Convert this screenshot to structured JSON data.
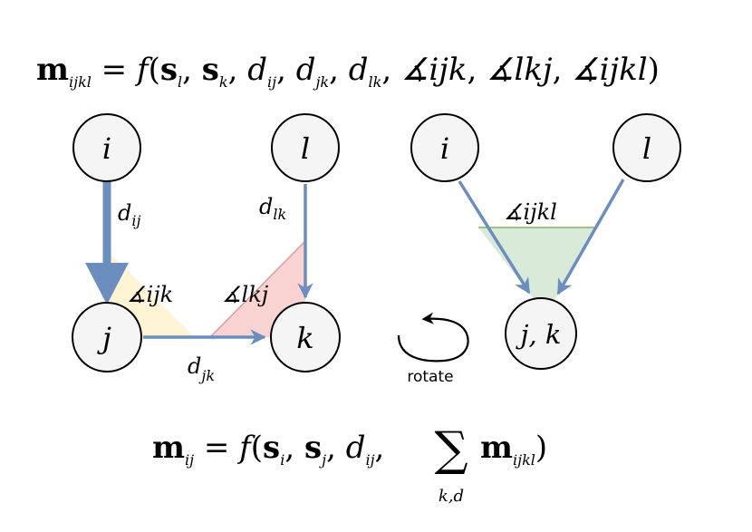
{
  "formula_top": {
    "m": "m",
    "m_sub": "ijkl",
    "eq": " = ",
    "f": "f",
    "open": "(",
    "s1": "s",
    "s1_sub": "l",
    "c1": ", ",
    "s2": "s",
    "s2_sub": "k",
    "c2": ", ",
    "d1": "d",
    "d1_sub": "ij",
    "c3": ", ",
    "d2": "d",
    "d2_sub": "jk",
    "c4": ", ",
    "d3": "d",
    "d3_sub": "lk",
    "c5": ", ",
    "a1": "∡ijk",
    "c6": ", ",
    "a2": "∡lkj",
    "c7": ", ",
    "a3": "∡ijkl",
    "close": ")"
  },
  "left_diagram": {
    "nodes": {
      "i": "i",
      "l": "l",
      "j": "j",
      "k": "k"
    },
    "edge_labels": {
      "dij": "d",
      "dij_sub": "ij",
      "dlk": "d",
      "dlk_sub": "lk",
      "djk": "d",
      "djk_sub": "jk"
    },
    "angles": {
      "ijk": "∡ijk",
      "lkj": "∡lkj"
    }
  },
  "right_diagram": {
    "nodes": {
      "i": "i",
      "l": "l",
      "jk": "j, k"
    },
    "angle": "∡ijkl"
  },
  "rotate": {
    "label": "rotate"
  },
  "formula_bottom": {
    "m": "m",
    "m_sub": "ij",
    "eq": " = ",
    "f": "f",
    "open": "(",
    "s1": "s",
    "s1_sub": "i",
    "c1": ", ",
    "s2": "s",
    "s2_sub": "j",
    "c2": ", ",
    "d1": "d",
    "d1_sub": "ij",
    "c3": ", ",
    "sum": "∑",
    "sum_sub": "k,d",
    "m2": "m",
    "m2_sub": "ijkl",
    "close": ")"
  },
  "colors": {
    "edge_blue": "#6c8ebf",
    "node_fill": "#f5f5f5",
    "node_stroke": "#000000",
    "angle_yellow": "#fff2cc",
    "angle_red": "#f8cecc",
    "angle_green": "#d5e8d4",
    "angle_red_stroke": "#d99b9b",
    "angle_green_stroke": "#82b366"
  }
}
